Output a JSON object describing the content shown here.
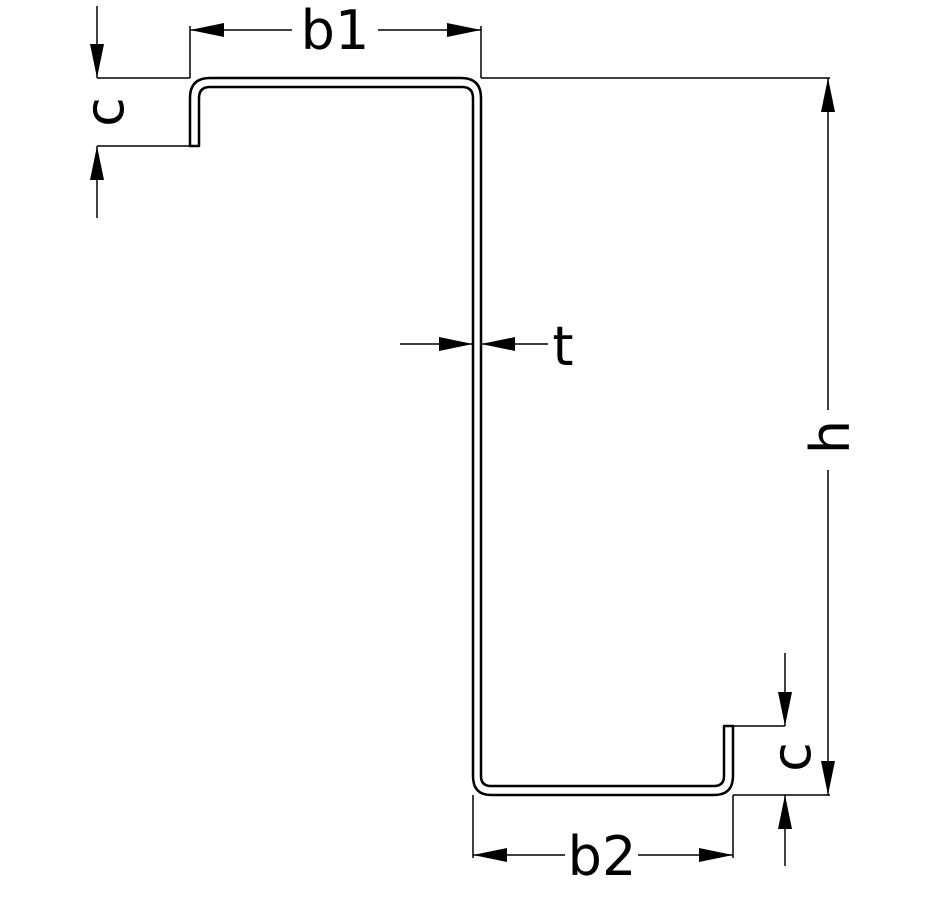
{
  "diagram": {
    "labels": {
      "b1": "b1",
      "b2": "b2",
      "h": "h",
      "t": "t",
      "c_top": "c",
      "c_bottom": "c"
    },
    "colors": {
      "line": "#000000",
      "background": "#ffffff"
    }
  }
}
